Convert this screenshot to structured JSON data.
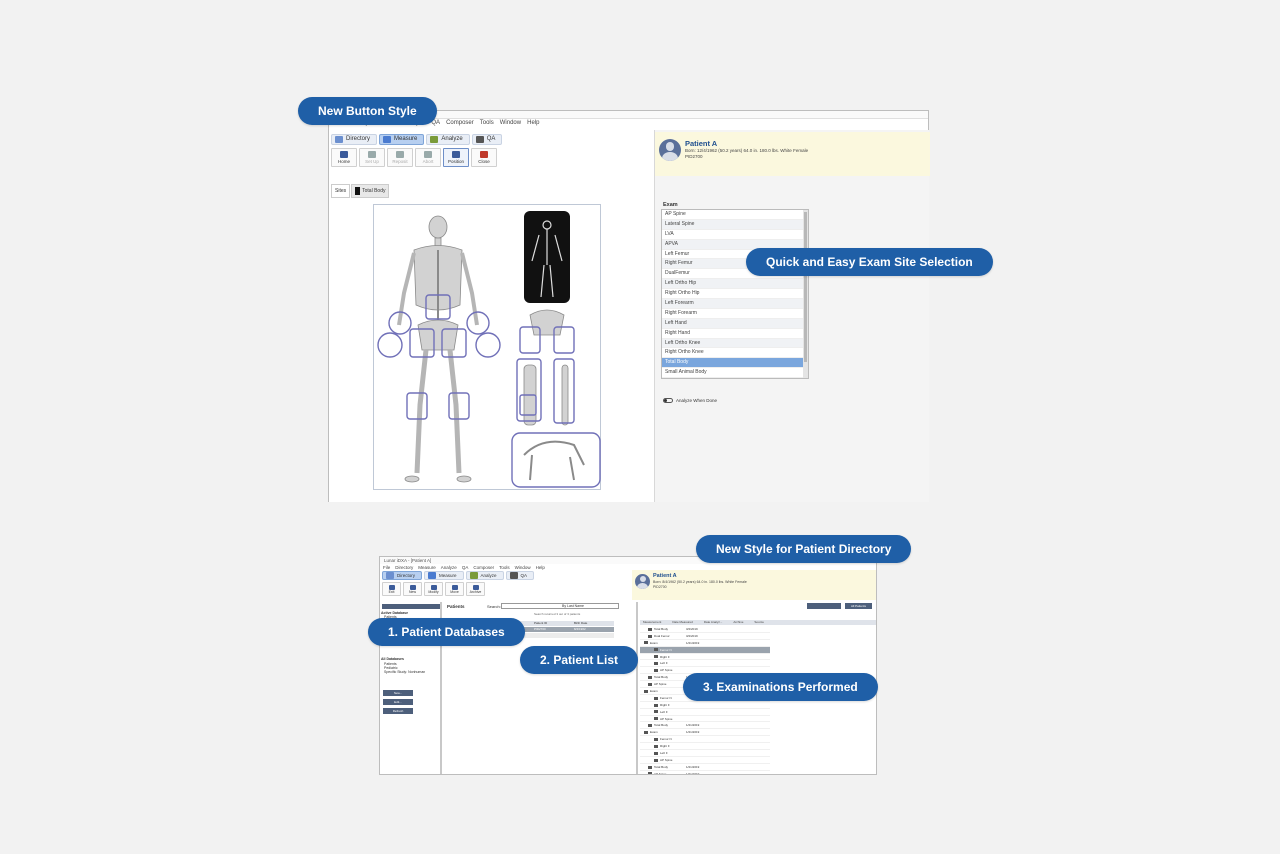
{
  "callouts": {
    "button_style": "New Button Style",
    "exam_site": "Quick and Easy Exam Site Selection",
    "patient_directory": "New Style for Patient Directory",
    "patient_databases": "1. Patient Databases",
    "patient_list": "2. Patient List",
    "examinations": "3. Examinations Performed"
  },
  "colors": {
    "callout": "#1f5fa7",
    "selection": "#7aa6dd",
    "patient_bg": "#fbf8de",
    "dark_button": "#4d5f7b"
  },
  "top_window": {
    "menu": [
      "File",
      "Directory",
      "Measure",
      "Analyze",
      "QA",
      "Composer",
      "Tools",
      "Window",
      "Help"
    ],
    "tabs": [
      "Directory",
      "Measure",
      "Analyze",
      "QA"
    ],
    "toolbar": [
      "Home",
      "Set Up",
      "Reposit",
      "Abort",
      "Position",
      "Close"
    ],
    "side_tabs": [
      "Sites",
      "Total Body"
    ],
    "patient": {
      "name": "Patient A",
      "info": "Born: 12/4/1962 (50.2 years)     64.0 in.  180.0 lbs.     White Female",
      "id": "PID2700"
    },
    "exam_label": "Exam",
    "exams": [
      "AP Spine",
      "Lateral Spine",
      "LVA",
      "APVA",
      "Left Femur",
      "Right Femur",
      "DualFemur",
      "Left Ortho Hip",
      "Right Ortho Hip",
      "Left Forearm",
      "Right Forearm",
      "Left Hand",
      "Right Hand",
      "Left Ortho Knee",
      "Right Ortho Knee",
      "Total Body",
      "Small Animal Body"
    ],
    "selected_exam": "Total Body",
    "toggle_label": "Analyze When Done"
  },
  "bottom_window": {
    "title": "Lunar iDXA - [Patient A]",
    "menu": [
      "File",
      "Directory",
      "Measure",
      "Analyze",
      "QA",
      "Composer",
      "Tools",
      "Window",
      "Help"
    ],
    "tabs": [
      "Directory",
      "Measure",
      "Analyze",
      "QA"
    ],
    "toolbar": [
      "Exit",
      "New",
      "Modify",
      "Move",
      "Archive"
    ],
    "patient": {
      "name": "Patient A",
      "info": "Born: 8/4/1962 (50.2 years)     64.0 in.  180.0 lbs.     White Female",
      "id": "PID2700"
    },
    "databases": {
      "header": "Active Database",
      "active": "Patients",
      "all_header": "All Databases",
      "all": [
        "Patients",
        "Pediatric",
        "Specific Study: Nonhuman"
      ],
      "buttons": [
        "New...",
        "Edit...",
        "Refresh"
      ]
    },
    "patients": {
      "title": "Patients",
      "search_label": "Search:",
      "search_mode": "By Last Name",
      "hint": "Search returned 3 out of 3 patients",
      "columns": [
        "Name",
        "Patient ID",
        "Birth Date"
      ],
      "rows": [
        [
          "Patient A",
          "PID2700",
          "8/4/1962"
        ]
      ],
      "search_button": "",
      "filter_button": "All Patients"
    },
    "exams": {
      "columns": [
        "Measurement",
        "Date Measured",
        "Date Analyz...",
        "Archive",
        "Source"
      ],
      "rows": [
        [
          "Total Body",
          "3/2/2019"
        ],
        [
          "Dual Femur",
          "3/2/2019"
        ],
        [
          "Exam",
          "1/21/2019"
        ],
        [
          "Femur N",
          ""
        ],
        [
          "Right F",
          ""
        ],
        [
          "Left F",
          ""
        ],
        [
          "AP Spine",
          ""
        ],
        [
          "Total Body",
          "1/21/2019"
        ],
        [
          "AP Spine",
          "1/21/2019"
        ],
        [
          "Exam",
          "1/21/2019"
        ],
        [
          "Femur N",
          ""
        ],
        [
          "Right F",
          ""
        ],
        [
          "Left F",
          ""
        ],
        [
          "AP Spine",
          ""
        ],
        [
          "Total Body",
          "1/21/2019"
        ],
        [
          "Exam",
          "1/21/2019"
        ],
        [
          "Femur N",
          ""
        ],
        [
          "Right F",
          ""
        ],
        [
          "Left F",
          ""
        ],
        [
          "AP Spine",
          ""
        ],
        [
          "Total Body",
          "1/21/2019"
        ],
        [
          "AP Spine",
          "1/21/2019"
        ]
      ]
    }
  }
}
